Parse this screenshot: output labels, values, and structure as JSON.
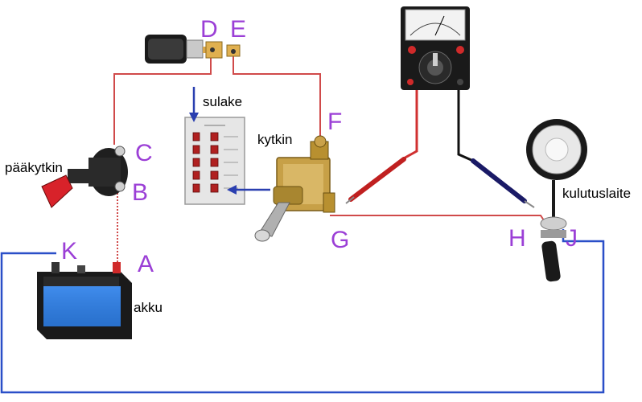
{
  "labels": {
    "A": "A",
    "B": "B",
    "C": "C",
    "D": "D",
    "E": "E",
    "F": "F",
    "G": "G",
    "H": "H",
    "J": "J",
    "K": "K"
  },
  "components": {
    "fuse": "sulake",
    "switch": "kytkin",
    "main_switch": "pääkytkin",
    "battery": "akku",
    "load": "kulutuslaite"
  },
  "colors": {
    "red_wire": "#d04a4a",
    "blue_wire": "#2a4fc8",
    "black_wire": "#111111",
    "letter": "#9b3fd6",
    "arrow": "#2a3fb0"
  },
  "icons": [
    "fuse-holder-icon",
    "fuse-panel-icon",
    "toggle-switch-icon",
    "main-switch-icon",
    "battery-icon",
    "multimeter-icon",
    "lamp-icon"
  ]
}
